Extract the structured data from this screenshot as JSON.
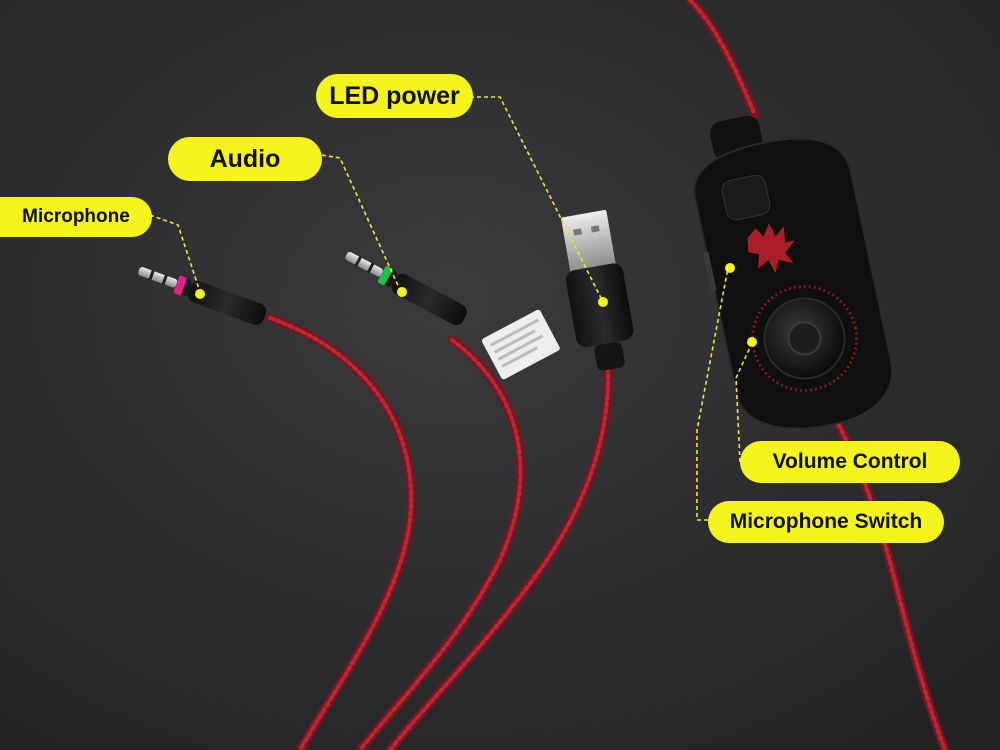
{
  "labels": {
    "led_power": "LED power",
    "audio": "Audio",
    "microphone": "Microphone",
    "volume_control": "Volume Control",
    "microphone_switch": "Microphone Switch"
  },
  "colors": {
    "callout": "#f5f51e",
    "leader_line": "#e8e83a",
    "cable": "#9c1f2a",
    "background": "#2f2f31"
  }
}
